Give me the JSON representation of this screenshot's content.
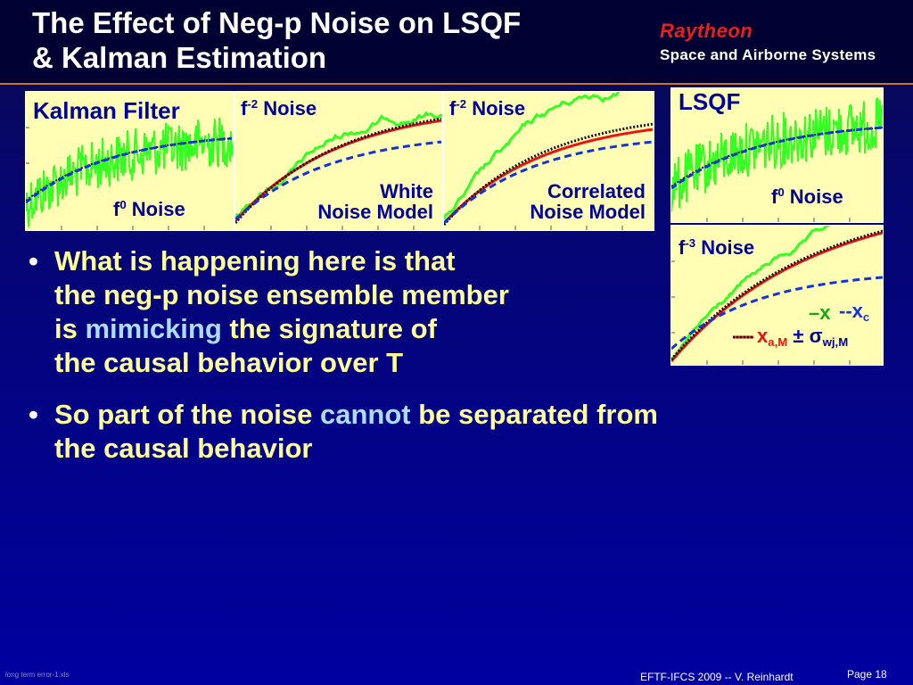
{
  "slide": {
    "title_line1": "The Effect of Neg-p Noise on LSQF",
    "title_line2": "& Kalman Estimation"
  },
  "brand": {
    "name": "Raytheon",
    "division": "Space and Airborne Systems",
    "color": "#e8201c"
  },
  "panels": {
    "kalman_f0": {
      "title": "Kalman Filter",
      "noise_base": "f",
      "noise_exp": "0",
      "noise_word": "Noise"
    },
    "white": {
      "noise_base": "f",
      "noise_exp": "-2",
      "noise_word": "Noise",
      "model_line1": "White",
      "model_line2": "Noise Model"
    },
    "correlated": {
      "noise_base": "f",
      "noise_exp": "-2",
      "noise_word": "Noise",
      "model_line1": "Correlated",
      "model_line2": "Noise Model"
    },
    "lsqf_f0": {
      "title": "LSQF",
      "noise_base": "f",
      "noise_exp": "0",
      "noise_word": "Noise"
    },
    "lsqf_f3": {
      "noise_base": "f",
      "noise_exp": "-3",
      "noise_word": "Noise"
    }
  },
  "legend": {
    "x_mark": "–x",
    "xc_mark": "--x",
    "xc_sub": "c",
    "xam_base": "x",
    "xam_sub": "a,M",
    "pm": "±",
    "sigma": "σ",
    "sigma_sub": "wj,M"
  },
  "bullets": [
    {
      "lines": [
        {
          "plain": "What is happening here is that"
        },
        {
          "plain": "the neg-p noise ensemble member"
        },
        {
          "pre": "is ",
          "highlight": "mimicking",
          "post": " the signature of"
        },
        {
          "plain": "the causal behavior over T"
        }
      ]
    },
    {
      "lines": [
        {
          "pre": "So part of the noise ",
          "highlight": "cannot",
          "post": " be separated from"
        },
        {
          "plain": "the causal behavior"
        }
      ]
    }
  ],
  "bullet_symbol": "•",
  "footer": {
    "filename": "long term error-1.xls",
    "citation": "EFTF-IFCS 2009 --  V. Reinhardt",
    "page": "Page 18"
  },
  "colors": {
    "background": "#0000a0",
    "panel": "#fffeb4",
    "noise_trace": "#33ff22",
    "fit_black": "#111111",
    "fit_red": "#ee1111",
    "fit_blue": "#1133dd",
    "bullet_text": "#ffff99",
    "highlight_text": "#aaddff"
  }
}
